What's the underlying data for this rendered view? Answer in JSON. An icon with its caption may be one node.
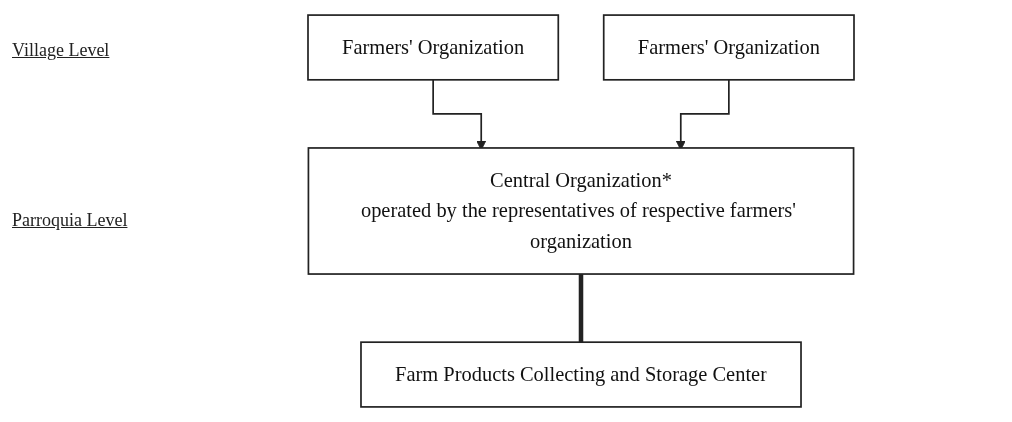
{
  "diagram": {
    "nodes": [
      {
        "text": [
          "Farmers' Organization"
        ]
      },
      {
        "text": [
          "Farmers' Organization"
        ]
      },
      {
        "text": [
          "Central Organization*",
          "operated by the representatives of respective farmers' organization"
        ]
      },
      {
        "text": [
          "Farm Products Collecting and Storage Center"
        ]
      }
    ],
    "edges": [
      {
        "from": 0,
        "to": 2,
        "arrow": "to"
      },
      {
        "from": 1,
        "to": 2,
        "arrow": "to"
      },
      {
        "from": 2,
        "to": 3,
        "arrow": "none",
        "style": "thick"
      }
    ],
    "labels": [
      "Village Level",
      "Parroquia Level"
    ]
  }
}
